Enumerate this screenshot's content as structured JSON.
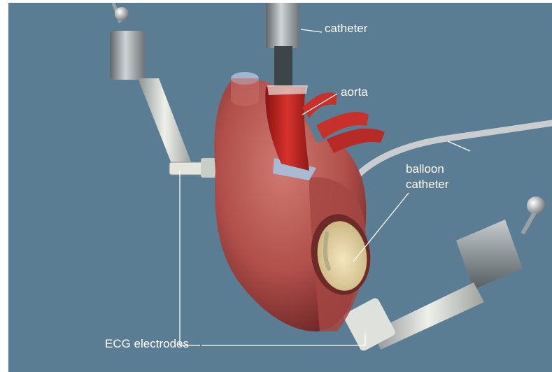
{
  "labels": {
    "catheter": "catheter",
    "aorta": "aorta",
    "balloon_catheter_line1": "balloon",
    "balloon_catheter_line2": "catheter",
    "ecg_electrodes": "ECG electrodes"
  },
  "colors": {
    "background": "#5b7d93",
    "heart": "#b8544f",
    "aorta": "#c42a27",
    "balloon": "#e9d7a6",
    "metal": "#9aa0a3",
    "label_text": "#ffffff"
  }
}
